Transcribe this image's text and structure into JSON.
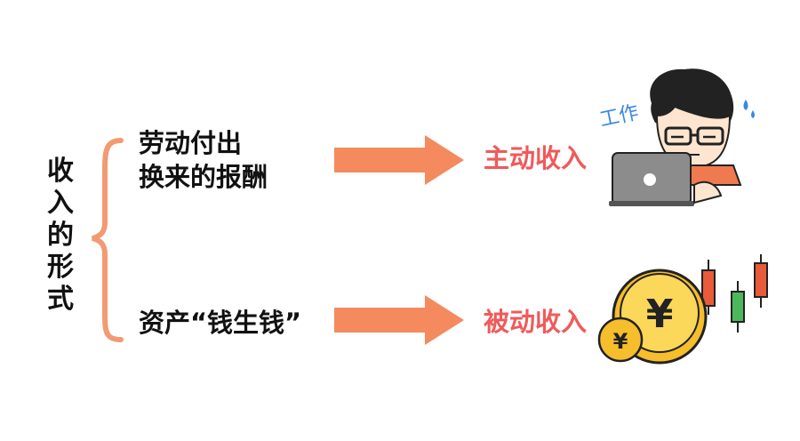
{
  "title_chars": [
    "收",
    "入",
    "的",
    "形",
    "式"
  ],
  "forms": [
    {
      "lines": [
        "劳动付出",
        "换来的报酬"
      ],
      "result": "主动收入"
    },
    {
      "lines": [
        "资产“钱生钱”"
      ],
      "result": "被动收入"
    }
  ],
  "illustrations": {
    "worker_label": "工作",
    "coin_symbol": "¥"
  },
  "colors": {
    "arrow": "#f58a5e",
    "brace": "#f29a72",
    "result_text": "#f05a5a",
    "worker_label": "#3a86e8"
  }
}
